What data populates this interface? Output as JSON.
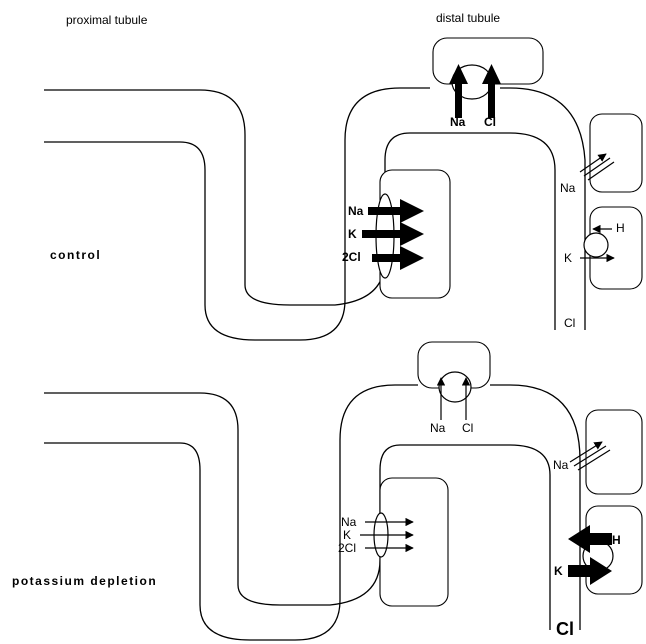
{
  "headers": {
    "proximal": "proximal tubule",
    "distal": "distal tubule"
  },
  "panels": {
    "control": {
      "condition": "control",
      "nkcc": {
        "na": "Na",
        "k": "K",
        "cl": "2Cl"
      },
      "ncc": {
        "na": "Na",
        "cl": "Cl"
      },
      "enac": {
        "na": "Na"
      },
      "hk": {
        "h": "H",
        "k": "K"
      },
      "lumen_cl": "Cl"
    },
    "depletion": {
      "condition": "potassium depletion",
      "nkcc": {
        "na": "Na",
        "k": "K",
        "cl": "2Cl"
      },
      "ncc": {
        "na": "Na",
        "cl": "Cl"
      },
      "enac": {
        "na": "Na"
      },
      "hk": {
        "h": "H",
        "k": "K"
      },
      "lumen_cl": "Cl"
    }
  },
  "colors": {
    "line": "#000000",
    "background": "#ffffff"
  }
}
